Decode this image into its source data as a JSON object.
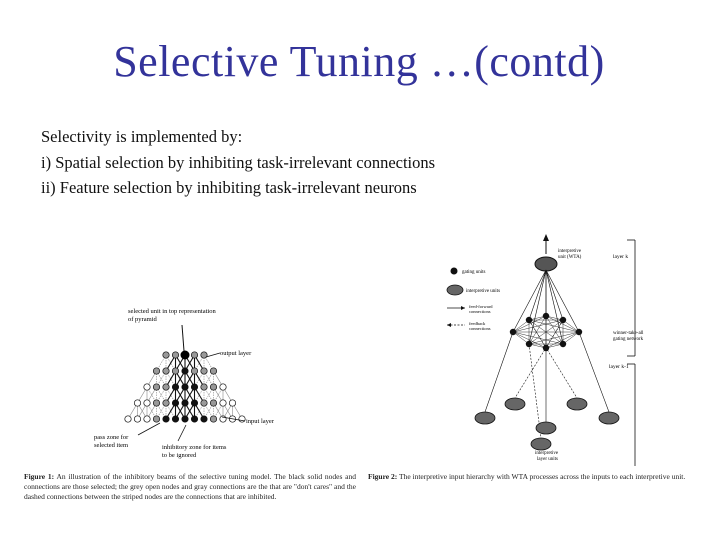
{
  "slide": {
    "title": "Selective Tuning …(contd)",
    "bullets": [
      "Selectivity is implemented by:",
      "i) Spatial selection by inhibiting task-irrelevant connections",
      "ii) Feature selection by inhibiting task-irrelevant neurons"
    ]
  },
  "figure1": {
    "labels": {
      "selected_unit": "selected unit in top representation",
      "selected_unit_2": "of pyramid",
      "output_layer": "output layer",
      "input_layer": "input layer",
      "pass_zone": "pass zone for",
      "pass_zone_2": "selected item",
      "inhibitory_zone": "inhibitory zone for items",
      "inhibitory_zone_2": "to be ignored"
    },
    "caption_label": "Figure 1:",
    "caption_text": "An illustration of the inhibitory beams of the selective tuning model. The black solid nodes and connections are those selected; the grey open nodes and gray connections are the that are \"don't cares\" and the dashed connections between the striped nodes are the connections that are inhibited."
  },
  "figure2": {
    "labels": {
      "top_unit": "interpretive",
      "top_unit_2": "unit (WTA)",
      "layer_k": "layer k",
      "layer_k1": "layer k-1",
      "gating_unit": "gating units",
      "interpretive_units": "interpretive units",
      "feedforward": "feed-forward",
      "feedforward_2": "connections",
      "feedback": "feedback",
      "feedback_2": "connections",
      "wta_net": "winner-take-all",
      "wta_net_2": "gating network",
      "bottom_unit": "interpretive",
      "bottom_unit_2": "layer units"
    },
    "caption_label": "Figure 2:",
    "caption_text": "The interpretive input hierarchy with WTA processes across the inputs to each interpretive unit."
  }
}
